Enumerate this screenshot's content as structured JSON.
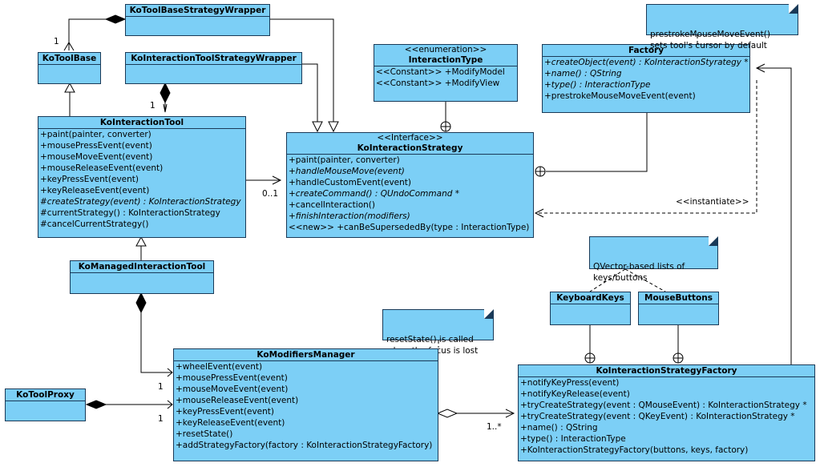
{
  "classes": {
    "toolbase_wrapper": {
      "name": "KoToolBaseStrategyWrapper"
    },
    "toolbase": {
      "name": "KoToolBase"
    },
    "interaction_wrapper": {
      "name": "KoInteractionToolStrategyWrapper"
    },
    "interaction_type": {
      "stereotype": "<<enumeration>>",
      "name": "InteractionType",
      "members": [
        "<<Constant>> +ModifyModel",
        "<<Constant>> +ModifyView"
      ]
    },
    "factory": {
      "name": "Factory",
      "members": [
        "+createObject(event) : KoInteractionStyrategy *",
        "+name() : QString",
        "+type() : InteractionType",
        "+prestrokeMouseMoveEvent(event)"
      ]
    },
    "interaction_tool": {
      "name": "KoInteractionTool",
      "members": [
        "+paint(painter, converter)",
        "+mousePressEvent(event)",
        "+mouseMoveEvent(event)",
        "+mouseReleaseEvent(event)",
        "+keyPressEvent(event)",
        "+keyReleaseEvent(event)",
        "#createStrategy(event) : KoInteractionStrategy",
        "#currentStrategy() : KoInteractionStrategy",
        "#cancelCurrentStrategy()"
      ]
    },
    "interaction_strategy": {
      "stereotype": "<<Interface>>",
      "name": "KoInteractionStrategy",
      "members": [
        "+paint(painter, converter)",
        "+handleMouseMove(event)",
        "+handleCustomEvent(event)",
        "+createCommand() : QUndoCommand *",
        "+cancelInteraction()",
        "+finishInteraction(modifiers)",
        "<<new>> +canBeSupersededBy(type : InteractionType)"
      ]
    },
    "managed_tool": {
      "name": "KoManagedInteractionTool"
    },
    "keyboard_keys": {
      "name": "KeyboardKeys"
    },
    "mouse_buttons": {
      "name": "MouseButtons"
    },
    "tool_proxy": {
      "name": "KoToolProxy"
    },
    "modifiers_manager": {
      "name": "KoModifiersManager",
      "members": [
        "+wheelEvent(event)",
        "+mousePressEvent(event)",
        "+mouseMoveEvent(event)",
        "+mouseReleaseEvent(event)",
        "+keyPressEvent(event)",
        "+keyReleaseEvent(event)",
        "+resetState()",
        "+addStrategyFactory(factory : KoInteractionStrategyFactory)"
      ]
    },
    "strategy_factory": {
      "name": "KoInteractionStrategyFactory",
      "members": [
        "+notifyKeyPress(event)",
        "+notifyKeyRelease(event)",
        "+tryCreateStrategy(event : QMouseEvent) : KoInteractionStrategy *",
        "+tryCreateStrategy(event : QKeyEvent) : KoInteractionStrategy *",
        "+name() : QString",
        "+type() : InteractionType",
        "+KoInteractionStrategyFactory(buttons, keys, factory)"
      ]
    }
  },
  "notes": {
    "prestroke": "prestrokeMouseMoveEvent()\nsets tool's cursor by default",
    "qvector": "QVector-based lists of\nkeys/buttons",
    "reset": "resetState() is called\nwhen the focus is lost"
  },
  "labels": {
    "mult_toolbase": "1",
    "mult_interaction_wrapper": "1",
    "mult_strategy": "0..1",
    "mult_managed_1": "1",
    "mult_proxy_1": "1",
    "mult_factory_many": "1..*",
    "instantiate": "<<instantiate>>"
  }
}
